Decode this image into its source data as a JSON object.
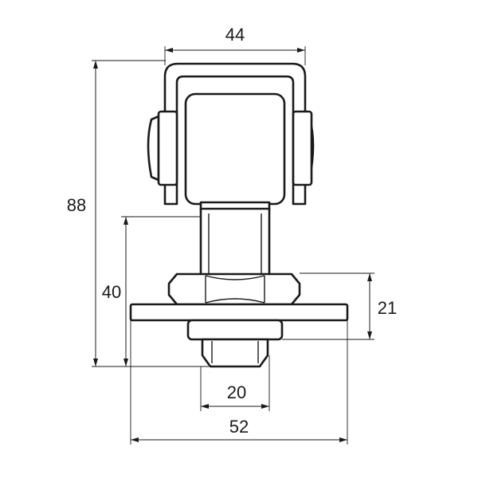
{
  "dimensions": {
    "top_width": "44",
    "overall_height": "88",
    "lower_height": "40",
    "nut_washer_height": "21",
    "bolt_diameter": "20",
    "plate_width": "52"
  },
  "colors": {
    "line": "#1a1a1a",
    "background": "#ffffff"
  }
}
